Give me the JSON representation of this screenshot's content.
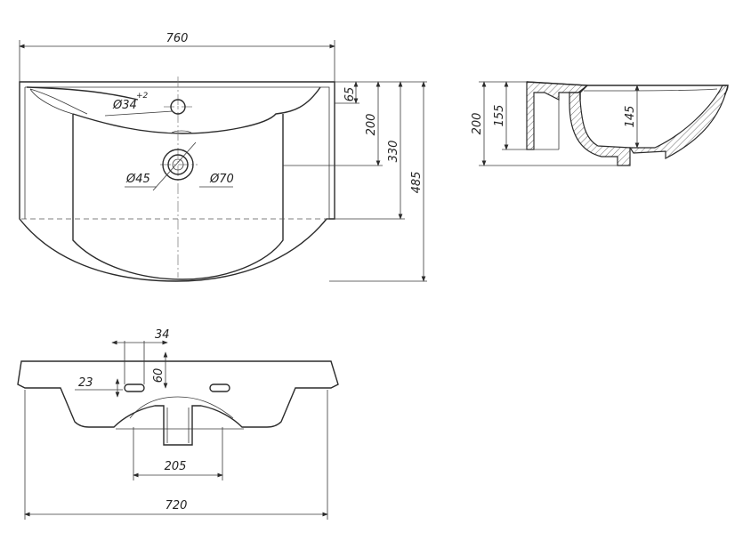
{
  "top_view": {
    "width": "760",
    "depth": "485",
    "hole_tap": "Ø34",
    "hole_tap_tol": "+2",
    "hole_drain_inner": "Ø45",
    "hole_drain_outer": "Ø70",
    "dim_65": "65",
    "dim_200": "200",
    "dim_330": "330"
  },
  "side_view": {
    "height_total": "200",
    "height_inner": "155",
    "bowl_depth": "145"
  },
  "front_view": {
    "width_base": "720",
    "slot_spacing": "34",
    "slot_height": "60",
    "slot_offset": "23",
    "drain_width": "205"
  },
  "colors": {
    "line": "#2b2b2b",
    "background": "#ffffff"
  }
}
